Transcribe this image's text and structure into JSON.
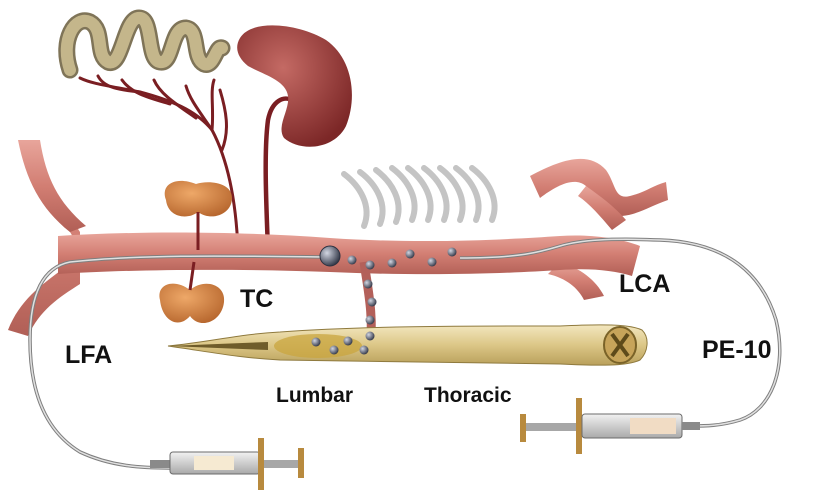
{
  "labels": {
    "tc": "TC",
    "lca": "LCA",
    "lfa": "LFA",
    "pe10": "PE-10",
    "lumbar": "Lumbar",
    "thoracic": "Thoracic"
  },
  "colors": {
    "artery": "#d6857c",
    "artery_dark": "#a9514a",
    "vessel_dark": "#7a1e22",
    "kidney": "#9a3a3a",
    "gland": "#d8894b",
    "intestine": "#b3a57c",
    "cord": "#e3d29a",
    "rib": "#c7c7c7",
    "bead": "#5d6578",
    "catheter": "#9a9a9a"
  }
}
